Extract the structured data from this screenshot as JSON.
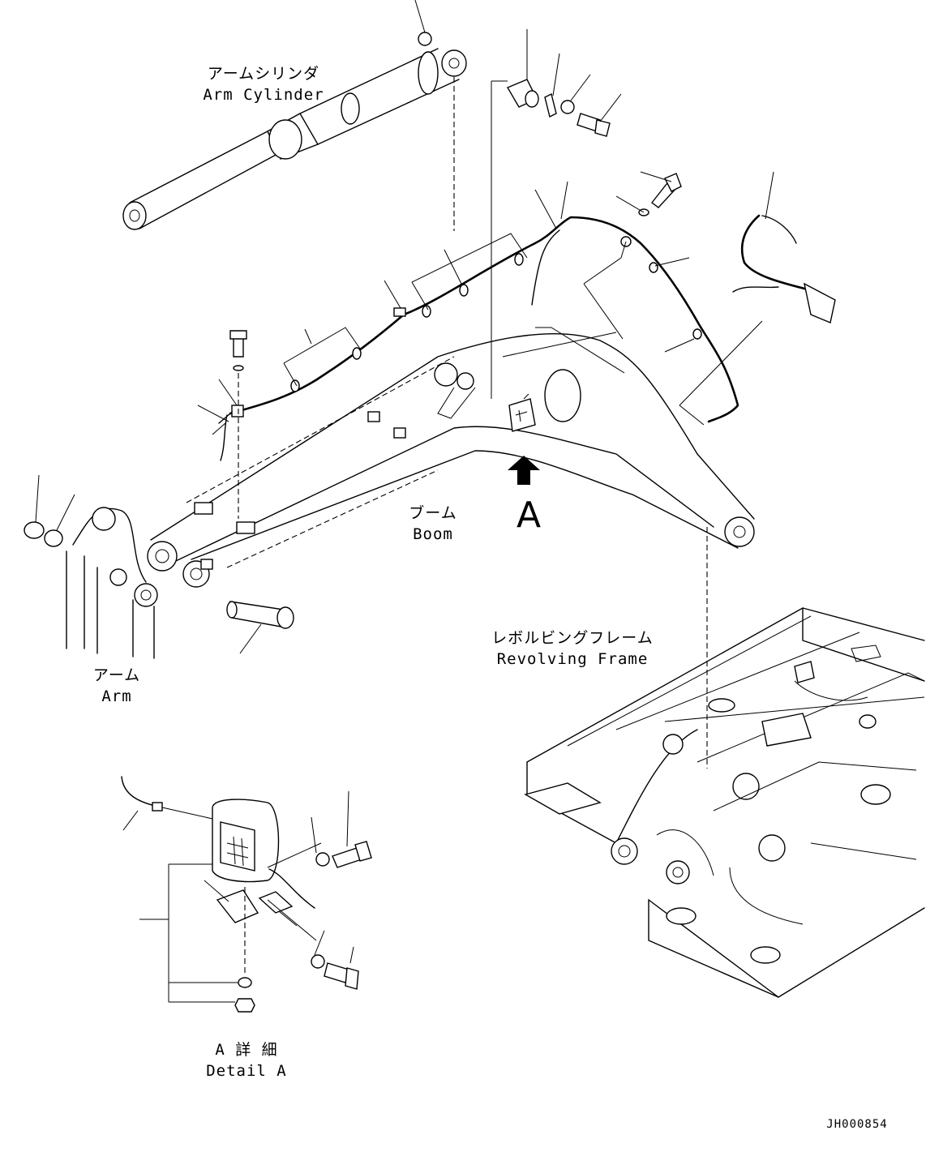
{
  "labels": {
    "arm_cylinder_jp": "アームシリンダ",
    "arm_cylinder_en": "Arm Cylinder",
    "boom_jp": "ブーム",
    "boom_en": "Boom",
    "view_marker": "A",
    "arm_jp": "アーム",
    "arm_en": "Arm",
    "revolving_frame_jp": "レボルビングフレーム",
    "revolving_frame_en": "Revolving Frame",
    "detail_jp": "A 詳 細",
    "detail_en": "Detail A",
    "drawing_code": "JH000854"
  },
  "colors": {
    "line": "#000000",
    "background": "#ffffff"
  },
  "icons": {
    "view_arrow": "arrow-up-icon",
    "lamp_grille": "hash-grille-icon"
  }
}
